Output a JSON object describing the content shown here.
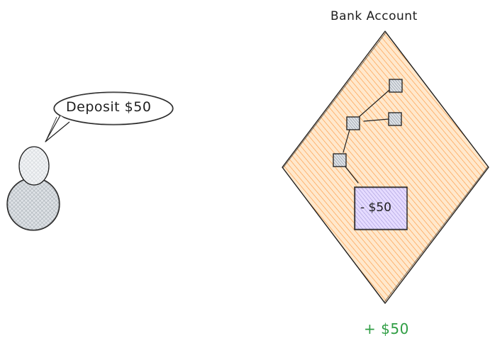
{
  "bank_account": {
    "title": "Bank Account",
    "fill_color": "#fd7e14",
    "nodes": 5,
    "withdraw_box": {
      "label": "- $50",
      "fill_color": "#9a8fd6"
    }
  },
  "person": {
    "speech": "Deposit $50",
    "fill_color": "#868e96"
  },
  "result": {
    "text": "+ $50",
    "color": "#2f9e44"
  }
}
